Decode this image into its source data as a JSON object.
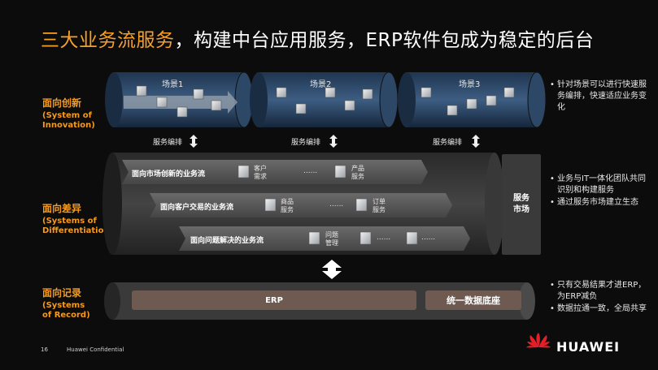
{
  "title": {
    "highlight": "三大业务流服务",
    "rest": "，构建中台应用服务，ERP软件包成为稳定的后台"
  },
  "tiers": [
    {
      "main": "面向创新",
      "sub": [
        "(System of",
        "Innovation)"
      ]
    },
    {
      "main": "面向差异",
      "sub": [
        "(Systems of",
        "Differentiation)"
      ]
    },
    {
      "main": "面向记录",
      "sub": [
        "(Systems",
        "of Record)"
      ]
    }
  ],
  "scenes": [
    "场景1",
    "场景2",
    "场景3"
  ],
  "orchestration": [
    "服务编排",
    "服务编排",
    "服务编排"
  ],
  "flows": [
    {
      "label": "面向市场创新的业务流",
      "item1": [
        "客户",
        "需求"
      ],
      "dots": "......",
      "item2": [
        "产品",
        "服务"
      ]
    },
    {
      "label": "面向客户交易的业务流",
      "item1": [
        "商品",
        "服务"
      ],
      "dots": "......",
      "item2": [
        "订单",
        "服务"
      ]
    },
    {
      "label": "面向问题解决的业务流",
      "item1": [
        "问题",
        "管理"
      ],
      "dots": "......",
      "dots2": "......"
    }
  ],
  "market": [
    "服务",
    "市场"
  ],
  "erp": "ERP",
  "unified_db": "统一数据底座",
  "bullets": {
    "top": [
      "针对场景可以进行快速服务编排，快速适应业务变化"
    ],
    "mid": [
      "业务与IT一体化团队共同识别和构建服务",
      "通过服务市场建立生态"
    ],
    "bottom": [
      "只有交易结果才进ERP，为ERP减负",
      "数据拉通一致，全局共享"
    ]
  },
  "footer": {
    "page": "16",
    "confidential": "Huawei Confidential",
    "brand": "HUAWEI"
  }
}
